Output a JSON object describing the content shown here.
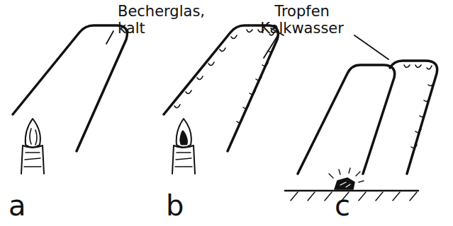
{
  "diagram": {
    "labels": [
      "Becherglas, kalt",
      "Tropfen Kalkwasser",
      "a",
      "b",
      "c"
    ]
  }
}
